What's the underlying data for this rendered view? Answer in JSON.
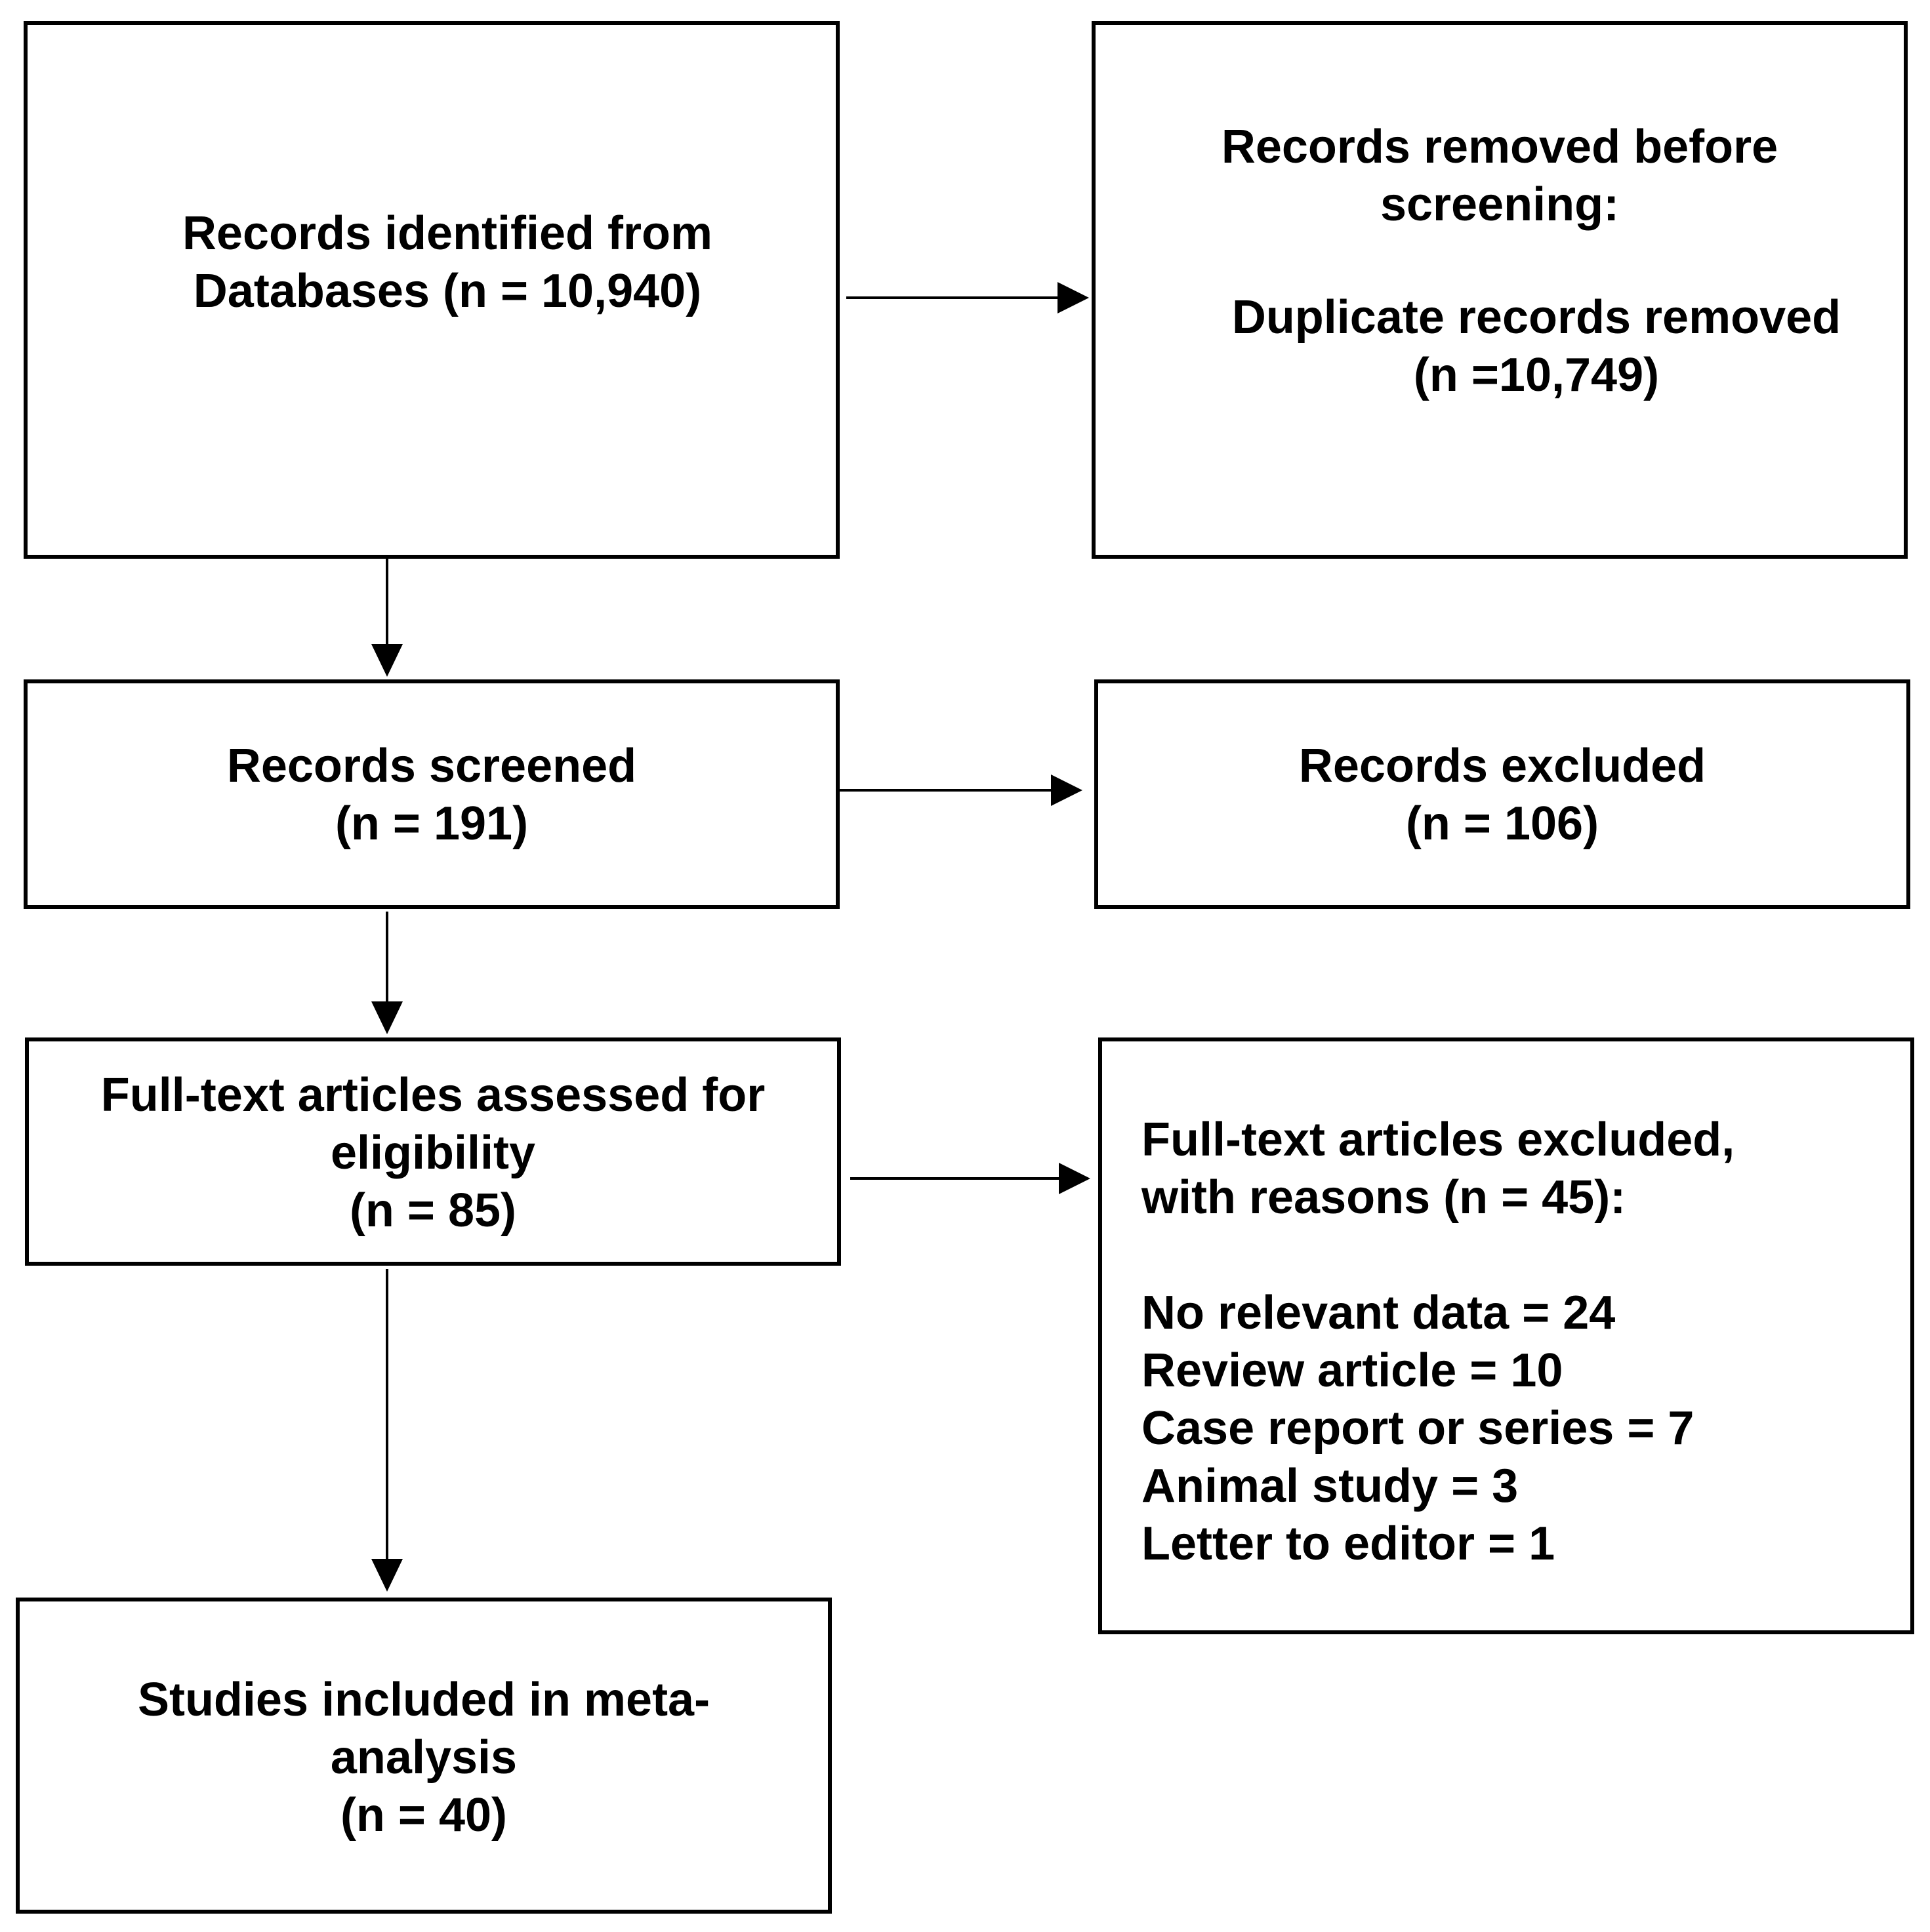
{
  "boxes": {
    "identified": {
      "lines": [
        "Records identified from",
        "Databases (n = 10,940)"
      ]
    },
    "removed": {
      "heading": [
        "Records removed before",
        "screening:"
      ],
      "detail": [
        "Duplicate records removed",
        "(n =10,749)"
      ]
    },
    "screened": {
      "lines": [
        "Records screened",
        "(n = 191)"
      ]
    },
    "excluded": {
      "lines": [
        "Records excluded",
        "(n = 106)"
      ]
    },
    "fulltext": {
      "lines": [
        "Full-text articles assessed for",
        "eligibility",
        "(n = 85)"
      ]
    },
    "fulltext_excluded": {
      "heading": [
        "Full-text articles excluded,",
        "with reasons (n = 45):"
      ],
      "reasons": [
        "No relevant data = 24",
        "Review article = 10",
        "Case report or series = 7",
        "Animal study = 3",
        "Letter to editor = 1"
      ]
    },
    "included": {
      "lines": [
        "Studies included in meta-",
        "analysis",
        "(n = 40)"
      ]
    }
  },
  "style": {
    "line_color": "#000000",
    "background": "#ffffff"
  }
}
